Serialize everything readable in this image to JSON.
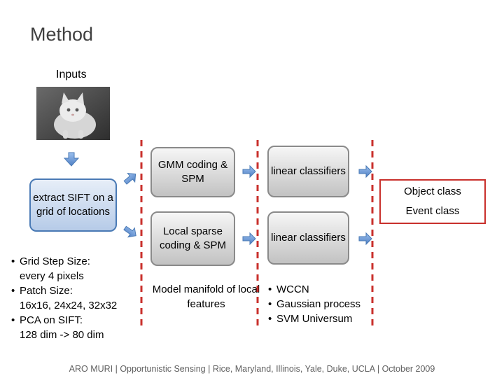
{
  "title": "Method",
  "inputs_label": "Inputs",
  "extract_box": "extract SIFT on a grid of locations",
  "gmm_box": "GMM coding & SPM",
  "sparse_box": "Local sparse coding & SPM",
  "linear_top": "linear classifiers",
  "linear_bottom": "linear classifiers",
  "output": {
    "object": "Object class",
    "event": "Event class"
  },
  "params": [
    {
      "head": "Grid Step Size:",
      "detail": "every 4 pixels"
    },
    {
      "head": "Patch Size:",
      "detail": "16x16, 24x24, 32x32"
    },
    {
      "head": "PCA on SIFT:",
      "detail": "128 dim -> 80 dim"
    }
  ],
  "manifold_note": "Model manifold of local features",
  "classifier_notes": [
    "WCCN",
    "Gaussian process",
    "SVM Universum"
  ],
  "footer": "ARO MURI | Opportunistic Sensing | Rice, Maryland, Illinois, Yale, Duke, UCLA | October 2009",
  "colors": {
    "box_border": "#4a7ab5",
    "dashed_line": "#c9302c",
    "arrow": "#5b8bd0",
    "output_border": "#c9302c"
  }
}
